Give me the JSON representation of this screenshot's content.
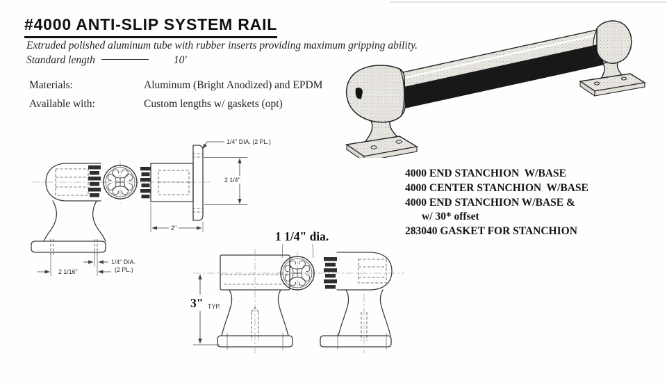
{
  "header": {
    "title": "#4000 ANTI-SLIP SYSTEM RAIL",
    "description": "Extruded polished aluminum tube with rubber inserts providing maximum gripping ability.",
    "standard_length_label": "Standard length",
    "standard_length_value": "10'"
  },
  "specs": {
    "rows": [
      {
        "label": "Materials:",
        "value": "Aluminum (Bright Anodized) and EPDM"
      },
      {
        "label": "Available with:",
        "value": "Custom lengths w/ gaskets (opt)"
      }
    ]
  },
  "parts": {
    "lines": [
      "4000 END STANCHION  W/BASE",
      "4000 CENTER STANCHION  W/BASE",
      "4000 END STANCHION W/BASE &",
      "w/ 30* offset",
      "283040 GASKET FOR STANCHION"
    ]
  },
  "dims_top": {
    "hole_top": "1/4\" DIA. (2 PL.)",
    "flange_height": "2 1/4\"",
    "depth": "2\"",
    "base_width": "2 1/16\"",
    "hole_bottom_1": "1/4\" DIA.",
    "hole_bottom_2": "(2 PL.)"
  },
  "dims_bottom": {
    "tube_dia": "1 1/4\" dia.",
    "height": "3\"",
    "height_qual": "TYP."
  },
  "colors": {
    "ink": "#1c1c1c",
    "drawing_line": "#3d3d3d",
    "centerline": "#8f8f8f",
    "rubber_insert": "#181818",
    "aluminum": "#e9e7e2"
  }
}
